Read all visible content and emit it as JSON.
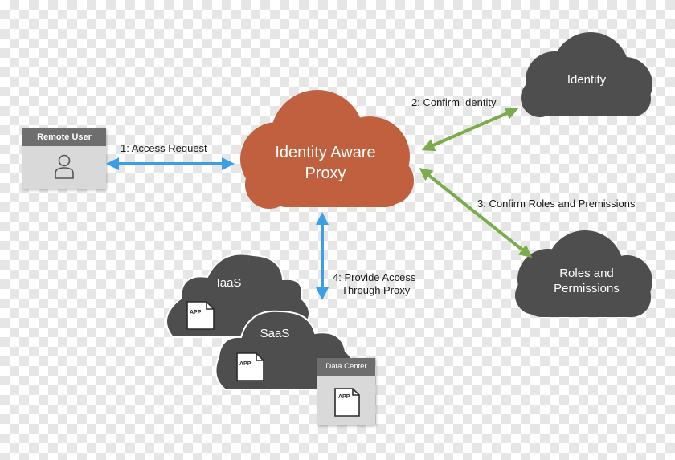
{
  "colors": {
    "proxy_cloud": "#c0603e",
    "dark_cloud": "#4e4e4e",
    "blue_arrow": "#3d9ee8",
    "green_arrow": "#7aac4c"
  },
  "nodes": {
    "proxy": {
      "line1": "Identity Aware",
      "line2": "Proxy"
    },
    "identity": {
      "label": "Identity"
    },
    "roles": {
      "line1": "Roles and",
      "line2": "Permissions"
    },
    "iaas": {
      "label": "IaaS",
      "app": "APP"
    },
    "saas": {
      "label": "SaaS",
      "app": "APP"
    },
    "remote_user": {
      "title": "Remote User",
      "icon": "user-icon"
    },
    "data_center": {
      "title": "Data Center",
      "app": "APP"
    }
  },
  "edges": {
    "access_request": "1: Access Request",
    "confirm_identity": "2: Confirm Identity",
    "confirm_roles": "3: Confirm Roles and Premissions",
    "provide_access_line1": "4: Provide Access",
    "provide_access_line2": "Through Proxy"
  }
}
